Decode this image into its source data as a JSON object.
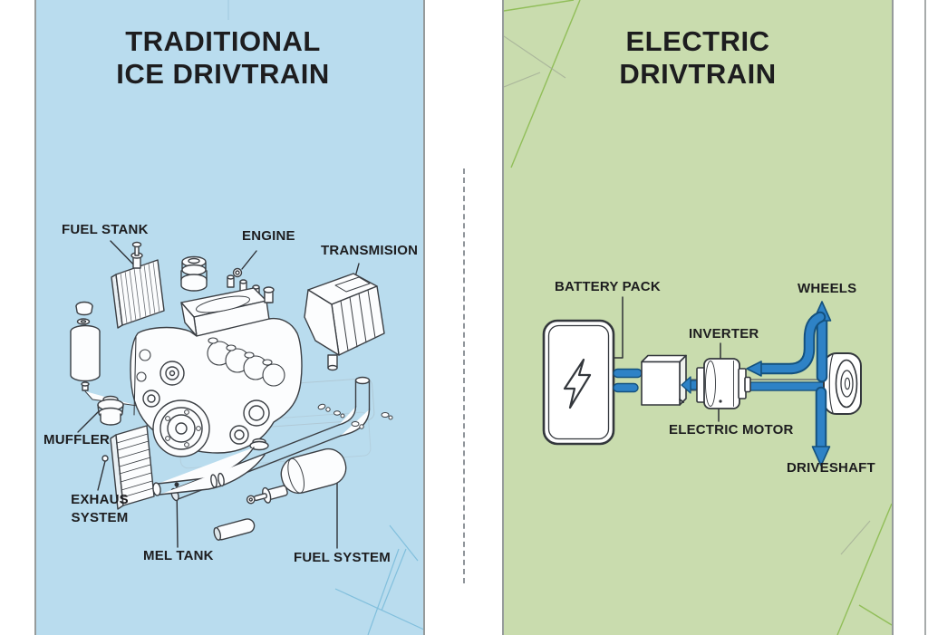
{
  "left_panel": {
    "title": "TRADITIONAL\nICE DRIVTRAIN",
    "labels": {
      "fuel_tank": "FUEL STANK",
      "engine": "ENGINE",
      "transmission": "TRANSMISION",
      "muffler": "MUFFLER",
      "exhaust_system": "EXHAUS\nSYSTEM",
      "mel_tank": "MEL TANK",
      "fuel_system": "FUEL SYSTEM"
    },
    "illustration": "exploded-ice-engine-line-art",
    "background_color": "#b9dcee"
  },
  "right_panel": {
    "title": "ELECTRIC\nDRIVTRAIN",
    "labels": {
      "battery_pack": "BATTERY PACK",
      "inverter": "INVERTER",
      "wheels": "WHEELS",
      "electric_motor": "ELECTRIC MOTOR",
      "driveshaft": "DRIVESHAFT"
    },
    "illustration": "ev-powertrain-flow-diagram",
    "background_color": "#c9dcae"
  },
  "colors": {
    "arrow_blue": "#2e82c6",
    "arrow_outline": "#14517e",
    "line_art": "#3b3f44",
    "text": "#1d1d1f",
    "panel_border": "#969b9b",
    "divider_dash": "#8f949a"
  }
}
